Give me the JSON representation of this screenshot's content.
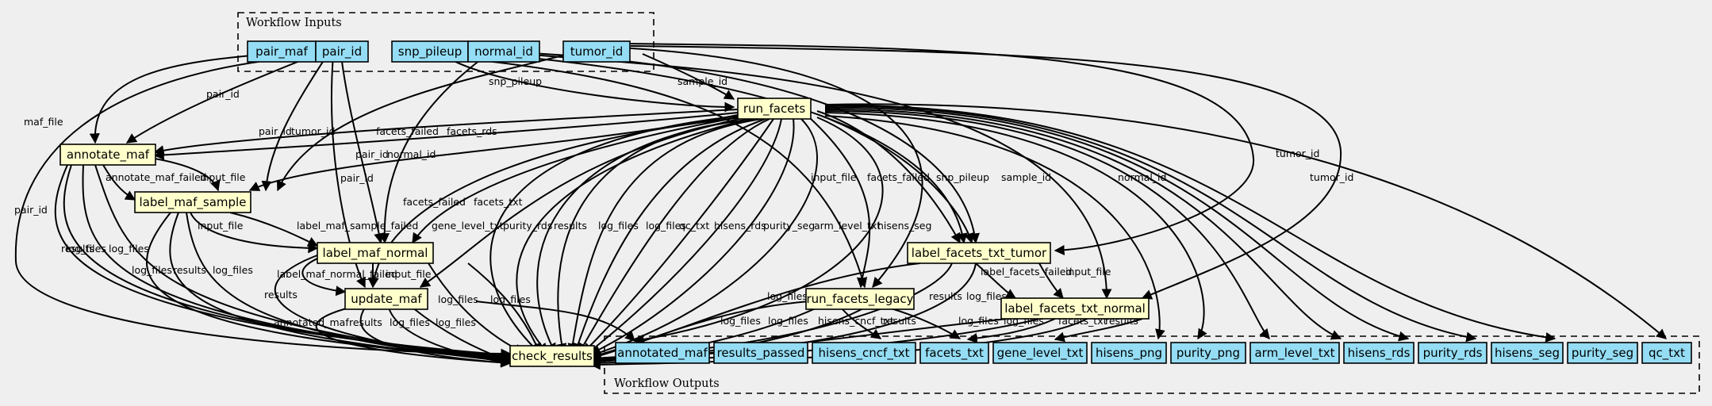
{
  "clusters": {
    "inputs_label": "Workflow Inputs",
    "outputs_label": "Workflow Outputs"
  },
  "inputs": {
    "pair_maf": "pair_maf",
    "pair_id": "pair_id",
    "snp_pileup": "snp_pileup",
    "normal_id": "normal_id",
    "tumor_id": "tumor_id"
  },
  "steps": {
    "run_facets": "run_facets",
    "annotate_maf": "annotate_maf",
    "label_maf_sample": "label_maf_sample",
    "label_maf_normal": "label_maf_normal",
    "update_maf": "update_maf",
    "check_results": "check_results",
    "label_facets_txt_tumor": "label_facets_txt_tumor",
    "run_facets_legacy": "run_facets_legacy",
    "label_facets_txt_normal": "label_facets_txt_normal"
  },
  "outputs": {
    "annotated_maf": "annotated_maf",
    "results_passed": "results_passed",
    "hisens_cncf_txt": "hisens_cncf_txt",
    "facets_txt": "facets_txt",
    "gene_level_txt": "gene_level_txt",
    "hisens_png": "hisens_png",
    "purity_png": "purity_png",
    "arm_level_txt": "arm_level_txt",
    "hisens_rds": "hisens_rds",
    "purity_rds": "purity_rds",
    "hisens_seg": "hisens_seg",
    "purity_seg": "purity_seg",
    "qc_txt": "qc_txt"
  },
  "edge_labels": {
    "maf_file": "maf_file",
    "pair_id": "pair_id",
    "tumor_id": "tumor_id",
    "snp_pileup": "snp_pileup",
    "sample_id": "sample_id",
    "normal_id": "normal_id",
    "facets_failed": "facets_failed",
    "facets_rds": "facets_rds",
    "annotate_maf_failed": "annotate_maf_failed",
    "input_file": "input_file",
    "label_maf_sample_failed": "label_maf_sample_failed",
    "label_maf_normal_failed": "label_maf_normal_failed",
    "results": "results",
    "log_files": "log_files",
    "annotated_maf": "annotated_maf",
    "facets_txt": "facets_txt",
    "gene_level_txt": "gene_level_txt",
    "purity_rds": "purity_rds",
    "qc_txt": "qc_txt",
    "hisens_rds": "hisens_rds",
    "purity_seg": "purity_seg",
    "arm_level_txt": "arm_level_txt",
    "hisens_seg": "hisens_seg",
    "label_facets_failed": "label_facets_failed",
    "hisens_cncf_txt": "hisens_cncf_txt"
  }
}
